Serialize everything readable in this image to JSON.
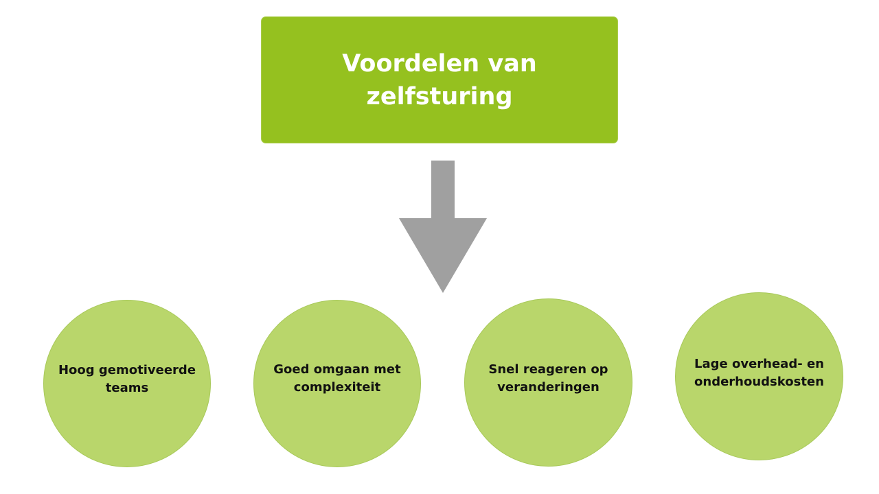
{
  "title": "Voordelen van zelfsturing",
  "arrow_icon": "down-arrow-icon",
  "colors": {
    "title_fill": "#95c11f",
    "circle_fill": "#b9d66b",
    "arrow_fill": "#a0a0a0"
  },
  "benefits": [
    {
      "label": "Hoog gemotiveerde teams"
    },
    {
      "label": "Goed omgaan met complexiteit"
    },
    {
      "label": "Snel reageren op veranderingen"
    },
    {
      "label": "Lage overhead- en onderhoudskosten"
    }
  ]
}
